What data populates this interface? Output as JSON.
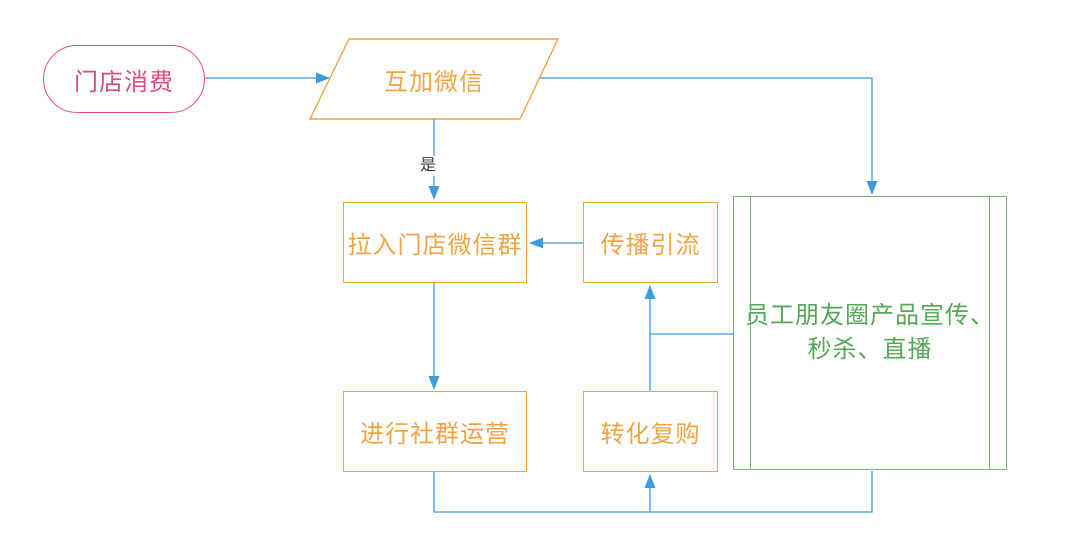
{
  "colors": {
    "blue": "#3D9CDB",
    "orange": "#F2A444",
    "pink": "#E24A7D",
    "green": "#74B56E",
    "green_text": "#55A755",
    "gray": "#3d3d3d",
    "bg": "#FFFFFF"
  },
  "nodes": {
    "start": {
      "label": "门店消费",
      "shape": "terminator"
    },
    "add_wechat": {
      "label": "互加微信",
      "shape": "parallelogram"
    },
    "pull_group": {
      "label": "拉入门店微信群",
      "shape": "rect"
    },
    "spread": {
      "label": "传播引流",
      "shape": "rect"
    },
    "community": {
      "label": "进行社群运营",
      "shape": "rect"
    },
    "convert": {
      "label": "转化复购",
      "shape": "rect"
    },
    "moments": {
      "line1": "员工朋友圈产品宣传、",
      "line2": "秒杀、直播",
      "shape": "predefined-process"
    }
  },
  "edges": {
    "yes_label": "是"
  }
}
